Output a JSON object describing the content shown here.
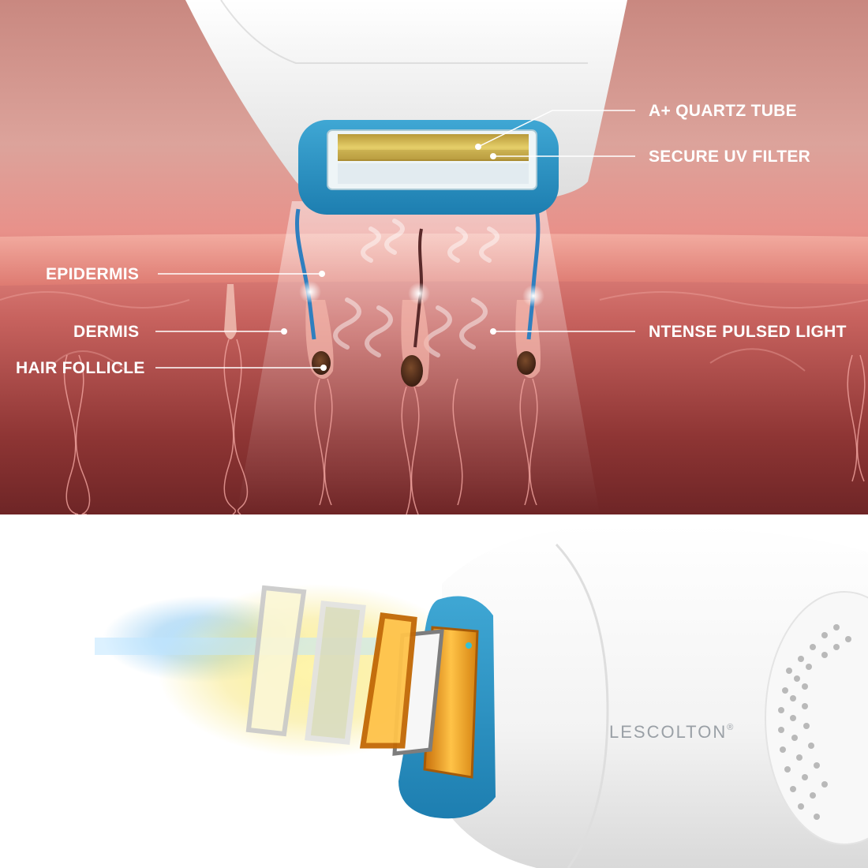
{
  "diagram": {
    "labels": {
      "quartz_tube": "A+ QUARTZ TUBE",
      "uv_filter": "SECURE UV FILTER",
      "epidermis": "EPIDERMIS",
      "dermis": "DERMIS",
      "hair_follicle": "HAIR FOLLICLE",
      "pulsed_light": "NTENSE PULSED LIGHT"
    }
  },
  "product": {
    "brand": "LESCOLTON",
    "trademark": "®"
  },
  "colors": {
    "skin_top": "#d89a92",
    "skin_deep": "#7a2a2a",
    "accent_blue": "#2a8fc0",
    "quartz_gold": "#e8a21c",
    "device_white": "#f4f4f4"
  }
}
